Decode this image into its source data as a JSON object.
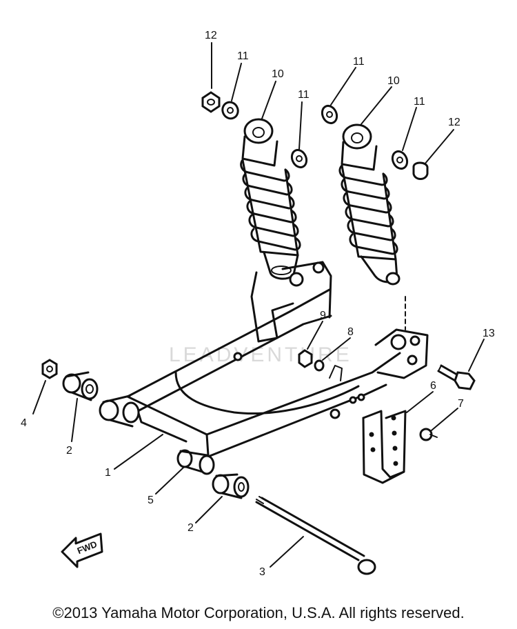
{
  "diagram": {
    "callouts": {
      "c1": "1",
      "c2a": "2",
      "c2b": "2",
      "c3": "3",
      "c4": "4",
      "c5": "5",
      "c6": "6",
      "c7": "7",
      "c8": "8",
      "c9": "9",
      "c10a": "10",
      "c10b": "10",
      "c11a": "11",
      "c11b": "11",
      "c11c": "11",
      "c11d": "11",
      "c12a": "12",
      "c12b": "12",
      "c13": "13"
    },
    "fwd_label": "FWD",
    "watermark": "LEADVENTURE"
  },
  "footer": {
    "copyright": "©2013 Yamaha Motor Corporation, U.S.A. All rights reserved."
  }
}
